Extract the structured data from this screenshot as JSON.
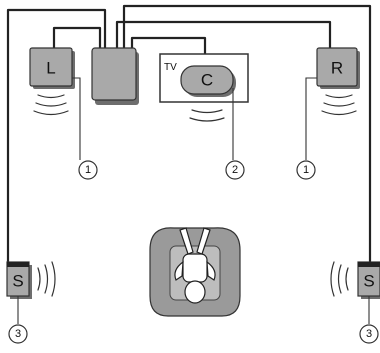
{
  "speakers": {
    "front_left": {
      "label": "L"
    },
    "front_right": {
      "label": "R"
    },
    "center": {
      "label": "C"
    },
    "surround_left": {
      "label": "S"
    },
    "surround_right": {
      "label": "S"
    }
  },
  "tv": {
    "label": "TV"
  },
  "callouts": {
    "front_left": "1",
    "center": "2",
    "front_right": "1",
    "surround_left": "3",
    "surround_right": "3"
  },
  "colors": {
    "speaker_fill": "#a9a9a9",
    "couch_fill": "#9a9a9a",
    "line": "#222222"
  }
}
